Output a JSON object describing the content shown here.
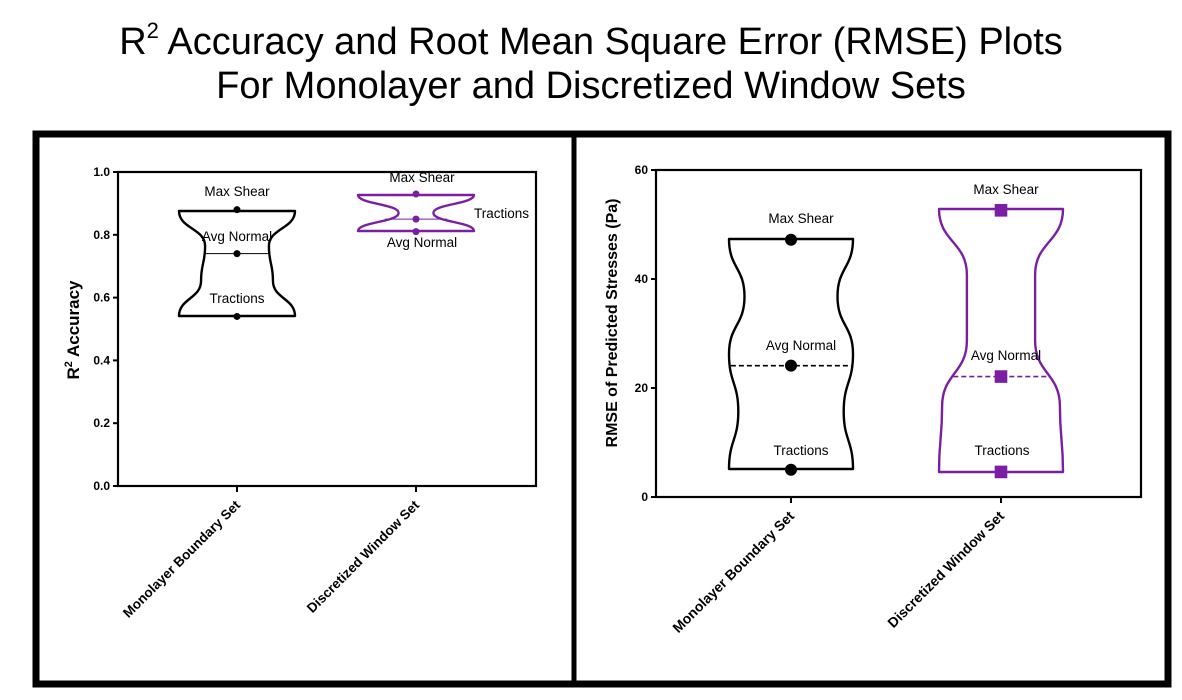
{
  "title": {
    "line1_r": "R",
    "line1_sup": "2",
    "line1_rest": " Accuracy and Root Mean Square Error (RMSE) Plots",
    "line2": "For Monolayer and Discretized Window Sets"
  },
  "colors": {
    "black": "#000000",
    "purple": "#7B1FA2"
  },
  "chart_data": [
    {
      "type": "violin",
      "ylabel_main": "R",
      "ylabel_sup": "2",
      "ylabel_rest": " Accuracy",
      "ylim": [
        0.0,
        1.0
      ],
      "yticks": [
        "0.0",
        "0.2",
        "0.4",
        "0.6",
        "0.8",
        "1.0"
      ],
      "categories": [
        "Monolayer Boundary Set",
        "Discretized Window Set"
      ],
      "series": [
        {
          "color": "black",
          "marker": "circle",
          "points": [
            {
              "label": "Max Shear",
              "value": 0.88
            },
            {
              "label": "Avg Normal",
              "value": 0.74
            },
            {
              "label": "Tractions",
              "value": 0.54
            }
          ],
          "median": 0.74,
          "median_style": "solid"
        },
        {
          "color": "purple",
          "marker": "circle",
          "points": [
            {
              "label": "Max Shear",
              "value": 0.93
            },
            {
              "label": "Tractions",
              "value": 0.85
            },
            {
              "label": "Avg Normal",
              "value": 0.81
            }
          ],
          "median": 0.85,
          "median_style": "solid"
        }
      ]
    },
    {
      "type": "violin",
      "ylabel": "RMSE of Predicted Stresses (Pa)",
      "ylim": [
        0,
        60
      ],
      "yticks": [
        "0",
        "20",
        "40",
        "60"
      ],
      "categories": [
        "Monolayer Boundary Set",
        "Discretized Window Set"
      ],
      "series": [
        {
          "color": "black",
          "marker": "circle",
          "points": [
            {
              "label": "Max Shear",
              "value": 47.2
            },
            {
              "label": "Avg Normal",
              "value": 24.1
            },
            {
              "label": "Tractions",
              "value": 5.0
            }
          ],
          "median": 24.1,
          "median_style": "dashed"
        },
        {
          "color": "purple",
          "marker": "square",
          "points": [
            {
              "label": "Max Shear",
              "value": 52.6
            },
            {
              "label": "Avg Normal",
              "value": 22.1
            },
            {
              "label": "Tractions",
              "value": 4.6
            }
          ],
          "median": 22.1,
          "median_style": "dashed"
        }
      ]
    }
  ]
}
